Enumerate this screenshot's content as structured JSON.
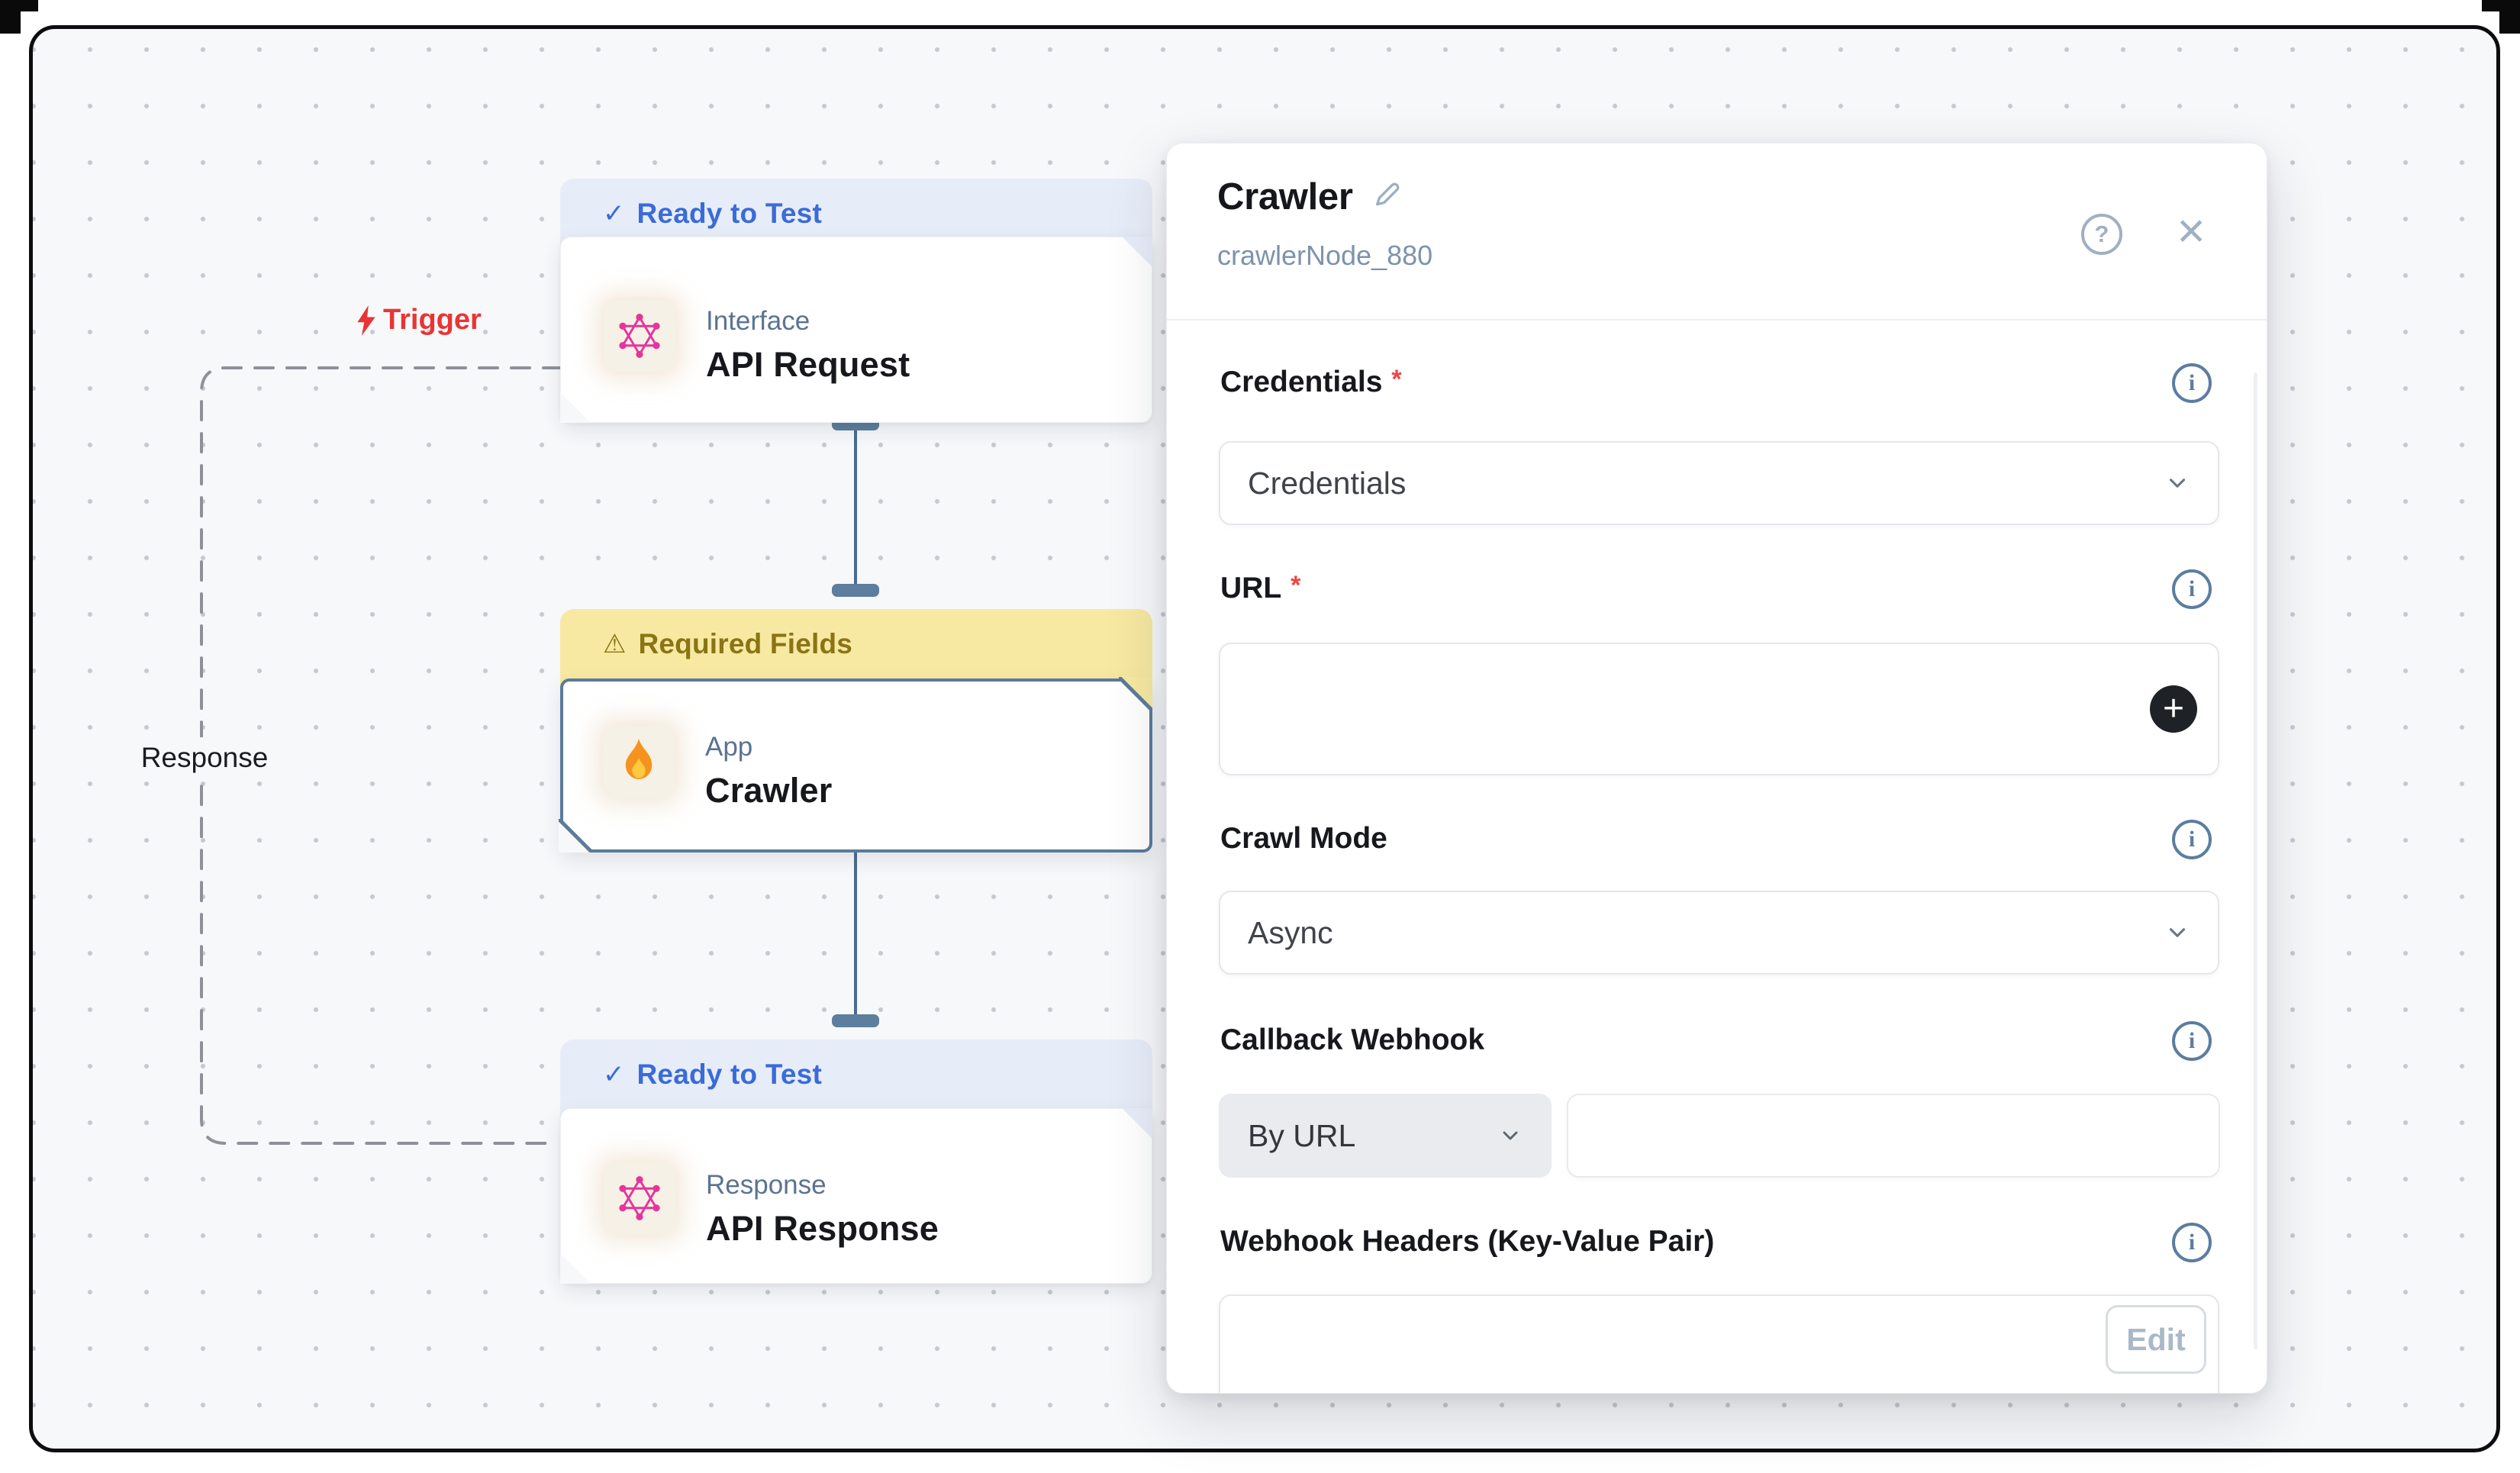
{
  "canvas": {
    "trigger_label": "Trigger",
    "response_label": "Response"
  },
  "nodes": [
    {
      "status_icon": "✓",
      "status_label": "Ready to Test",
      "type_label": "Interface",
      "title": "API Request"
    },
    {
      "status_icon": "⚠",
      "status_label": "Required Fields",
      "type_label": "App",
      "title": "Crawler"
    },
    {
      "status_icon": "✓",
      "status_label": "Ready to Test",
      "type_label": "Response",
      "title": "API Response"
    }
  ],
  "panel": {
    "title": "Crawler",
    "subtitle": "crawlerNode_880",
    "icons": {
      "help": "?",
      "close": "×",
      "info": "i",
      "plus": "+"
    },
    "fields": {
      "credentials": {
        "label": "Credentials",
        "required_mark": "*",
        "value": "Credentials"
      },
      "url": {
        "label": "URL",
        "required_mark": "*",
        "value": ""
      },
      "crawl_mode": {
        "label": "Crawl Mode",
        "value": "Async"
      },
      "callback_webhook": {
        "label": "Callback Webhook",
        "mode_value": "By URL",
        "url_value": ""
      },
      "webhook_headers": {
        "label": "Webhook Headers (Key-Value Pair)",
        "edit_label": "Edit"
      }
    }
  },
  "colors": {
    "status_blue": "#3a6bd8",
    "status_blue_bg": "#e7edf8",
    "warning_text": "#8a7414",
    "warning_bg": "#f7e9a2",
    "trigger_red": "#e93434",
    "selected_node_border": "#5b7b99",
    "graphql_pink": "#e5359b",
    "handle_slate": "#5d7e9d"
  }
}
